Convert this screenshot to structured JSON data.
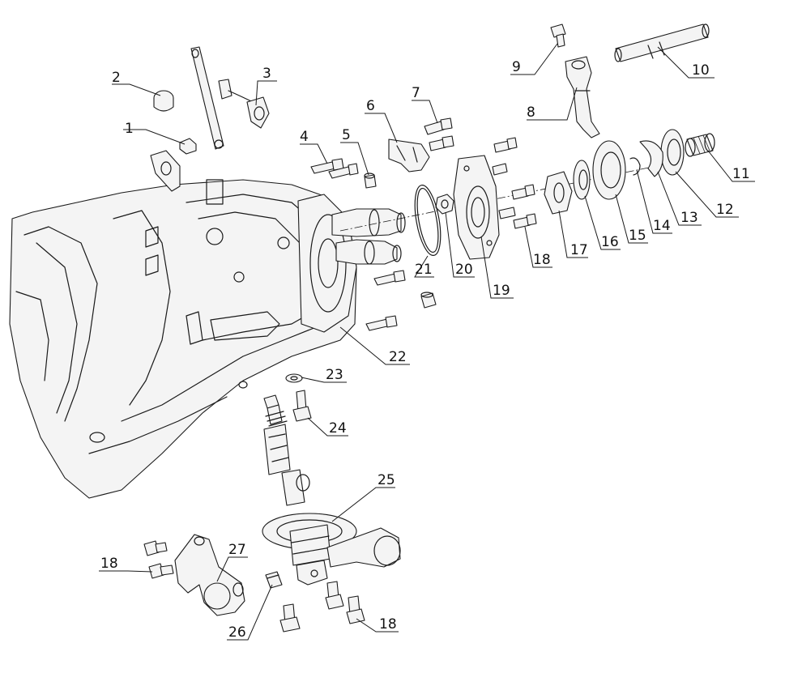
{
  "diagram": {
    "callouts": [
      {
        "id": "c1",
        "label": "1"
      },
      {
        "id": "c2",
        "label": "2"
      },
      {
        "id": "c3",
        "label": "3"
      },
      {
        "id": "c4",
        "label": "4"
      },
      {
        "id": "c5",
        "label": "5"
      },
      {
        "id": "c6",
        "label": "6"
      },
      {
        "id": "c7",
        "label": "7"
      },
      {
        "id": "c8",
        "label": "8"
      },
      {
        "id": "c9",
        "label": "9"
      },
      {
        "id": "c10",
        "label": "10"
      },
      {
        "id": "c11",
        "label": "11"
      },
      {
        "id": "c12",
        "label": "12"
      },
      {
        "id": "c13",
        "label": "13"
      },
      {
        "id": "c14",
        "label": "14"
      },
      {
        "id": "c15",
        "label": "15"
      },
      {
        "id": "c16",
        "label": "16"
      },
      {
        "id": "c17",
        "label": "17"
      },
      {
        "id": "c18a",
        "label": "18"
      },
      {
        "id": "c19",
        "label": "19"
      },
      {
        "id": "c20",
        "label": "20"
      },
      {
        "id": "c21",
        "label": "21"
      },
      {
        "id": "c22",
        "label": "22"
      },
      {
        "id": "c23",
        "label": "23"
      },
      {
        "id": "c24",
        "label": "24"
      },
      {
        "id": "c25",
        "label": "25"
      },
      {
        "id": "c18b",
        "label": "18"
      },
      {
        "id": "c27",
        "label": "27"
      },
      {
        "id": "c26",
        "label": "26"
      },
      {
        "id": "c18c",
        "label": "18"
      }
    ]
  }
}
